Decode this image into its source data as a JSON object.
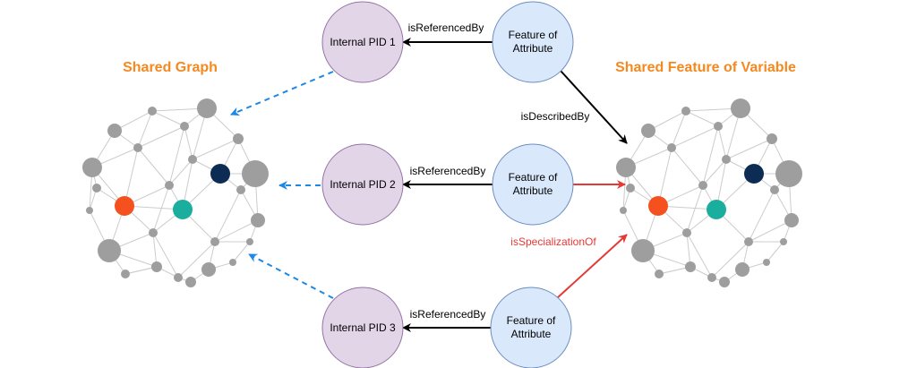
{
  "titles": {
    "left": "Shared Graph",
    "right": "Shared Feature of Variable"
  },
  "nodes": {
    "pid1": "Internal PID 1",
    "pid2": "Internal PID 2",
    "pid3": "Internal PID 3",
    "attr1": [
      "Feature of",
      "Attribute"
    ],
    "attr2": [
      "Feature of",
      "Attribute"
    ],
    "attr3": [
      "Feature of",
      "Attribute"
    ]
  },
  "edges": {
    "ref1": "isReferencedBy",
    "ref2": "isReferencedBy",
    "ref3": "isReferencedBy",
    "described": "isDescribedBy",
    "specialization": "isSpecializationOf"
  },
  "colors": {
    "title": "#f5891f",
    "pid_fill": "#e1d5e7",
    "pid_stroke": "#9673a6",
    "attr_fill": "#dae8fc",
    "attr_stroke": "#6c8ebf",
    "arrow_black": "#000000",
    "arrow_red": "#e53935",
    "arrow_dashed": "#1e88e5",
    "graph_node": "#9e9e9e",
    "graph_edge": "#cccccc",
    "highlight_orange": "#f4511e",
    "highlight_teal": "#1aae9f",
    "highlight_navy": "#0d2c54"
  }
}
